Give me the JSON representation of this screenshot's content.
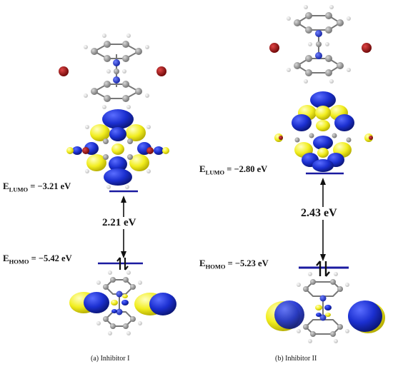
{
  "panels": [
    {
      "lumo": {
        "sub": "LUMO",
        "value": " = −3.21 eV"
      },
      "homo": {
        "sub": "HOMO",
        "value": " = −5.42 eV"
      },
      "gap": "2.21 eV",
      "caption": "(a) Inhibitor I"
    },
    {
      "lumo": {
        "sub": "LUMO",
        "value": " = −2.80 eV"
      },
      "homo": {
        "sub": "HOMO",
        "value": " = −5.23 eV"
      },
      "gap": "2.43 eV",
      "caption": "(b) Inhibitor II"
    }
  ],
  "symbols": {
    "energy": "E"
  },
  "colors": {
    "level_line": "#1a1aa0",
    "orbital_blue": "#1b2fd0",
    "orbital_yellow": "#f2ee20",
    "carbon": "#8a8a8a",
    "hydrogen": "#e6e6e6",
    "nitrogen": "#2233cc",
    "bromide": "#a01010"
  }
}
